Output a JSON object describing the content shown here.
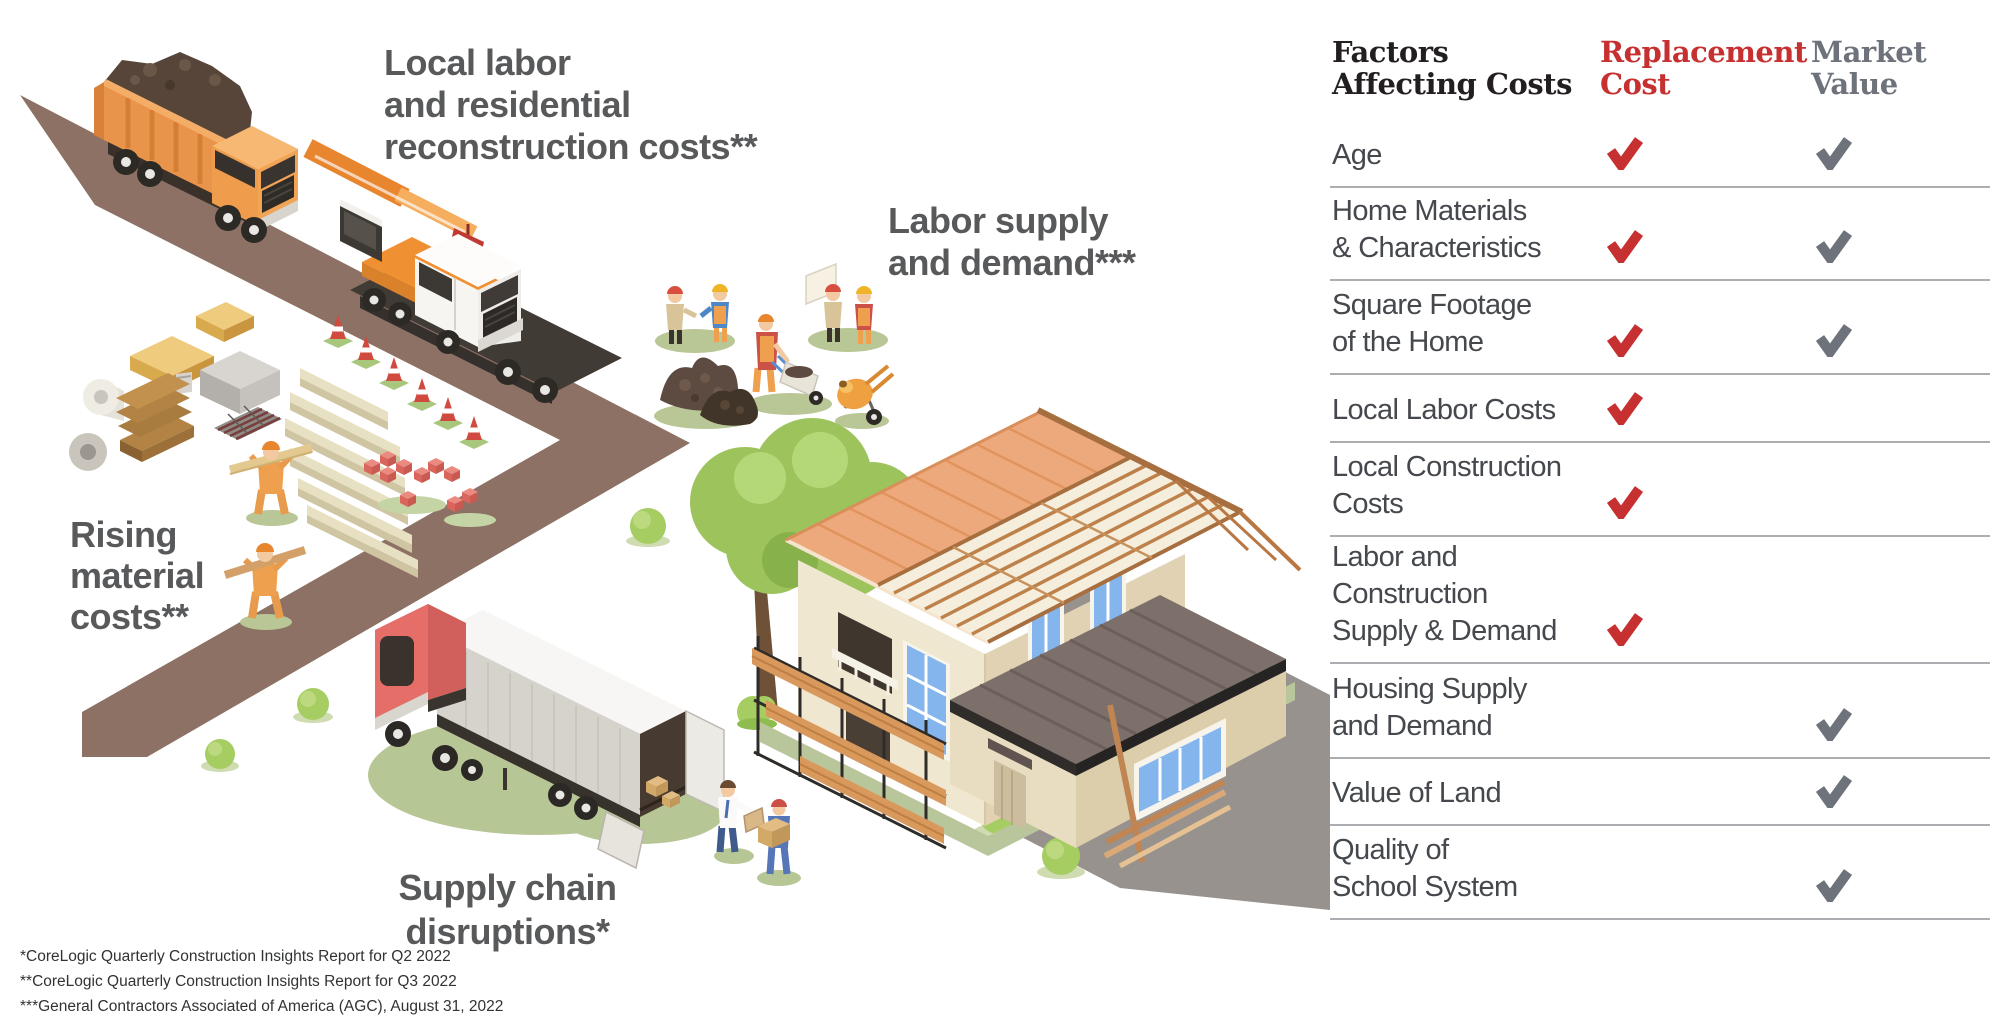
{
  "illustration": {
    "labels": {
      "local_labor": "Local labor\nand residential\nreconstruction costs**",
      "labor_supply": "Labor supply\nand demand***",
      "rising_material": "Rising\nmaterial\ncosts**",
      "supply_chain": "Supply chain\ndisruptions*"
    },
    "footnotes": [
      "*CoreLogic Quarterly Construction Insights Report for Q2 2022",
      "**CoreLogic Quarterly Construction Insights Report for Q3 2022",
      "***General Contractors Associated of America (AGC), August 31, 2022"
    ]
  },
  "table": {
    "header": {
      "factors": "Factors\nAffecting Costs",
      "replacement_cost": "Replacement\nCost",
      "market_value": "Market\nValue"
    },
    "rows": [
      {
        "label": "Age",
        "replacement_cost": true,
        "market_value": true
      },
      {
        "label": "Home Materials\n& Characteristics",
        "replacement_cost": true,
        "market_value": true
      },
      {
        "label": "Square Footage\nof the Home",
        "replacement_cost": true,
        "market_value": true
      },
      {
        "label": "Local Labor Costs",
        "replacement_cost": true,
        "market_value": false
      },
      {
        "label": "Local Construction\nCosts",
        "replacement_cost": true,
        "market_value": false
      },
      {
        "label": "Labor and\nConstruction\nSupply & Demand",
        "replacement_cost": true,
        "market_value": false
      },
      {
        "label": "Housing Supply\nand Demand",
        "replacement_cost": false,
        "market_value": true
      },
      {
        "label": "Value of Land",
        "replacement_cost": false,
        "market_value": true
      },
      {
        "label": "Quality of\nSchool System",
        "replacement_cost": false,
        "market_value": true
      }
    ]
  },
  "colors": {
    "replacement_cost": "#c63030",
    "market_value": "#6d727b",
    "section_label": "#58595b",
    "divider": "#abadb0",
    "road_brown": "#8c7164",
    "crane_orange": "#ef9033",
    "truck_red": "#e56e68",
    "roof_orange": "#eda97b",
    "foliage_green": "#9dc45c"
  }
}
